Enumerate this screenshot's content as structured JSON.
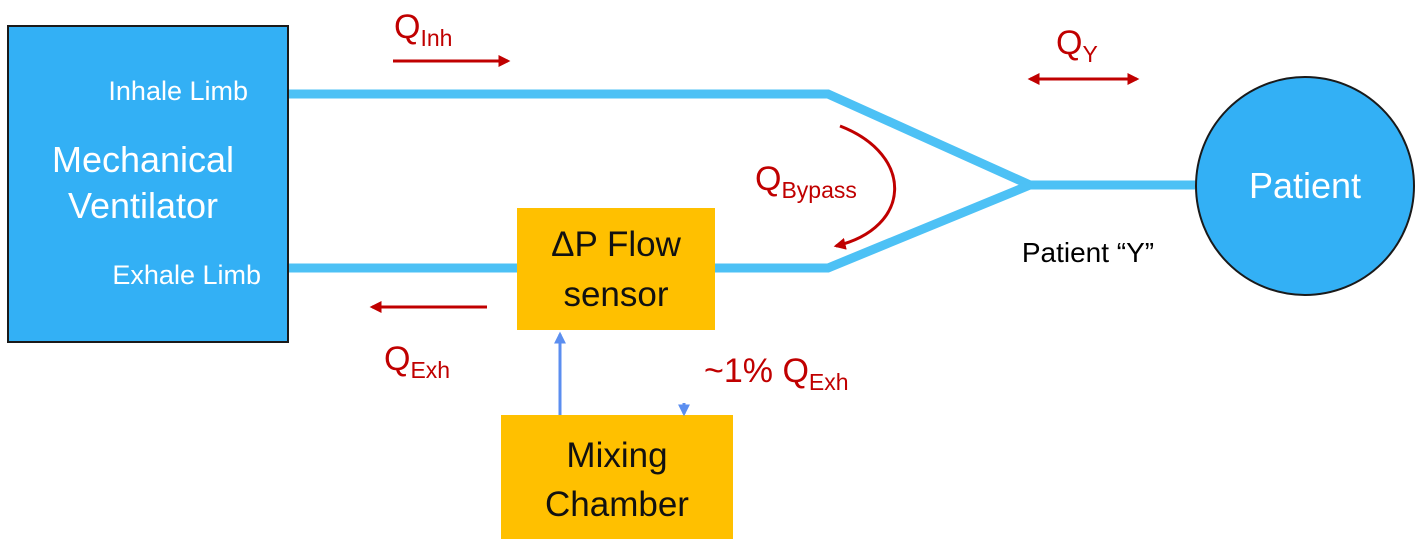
{
  "ventilator": {
    "title_line1": "Mechanical",
    "title_line2": "Ventilator",
    "inhale_label": "Inhale Limb",
    "exhale_label": "Exhale Limb"
  },
  "patient": {
    "label": "Patient",
    "y_label": "Patient “Y”"
  },
  "flow_sensor": {
    "line1": "ΔP Flow",
    "line2": "sensor"
  },
  "mixing_chamber": {
    "line1": "Mixing",
    "line2": "Chamber"
  },
  "flows": {
    "inhale": {
      "symbol": "Q",
      "subscript": "Inh"
    },
    "patient_y": {
      "symbol": "Q",
      "subscript": "Y"
    },
    "bypass": {
      "symbol": "Q",
      "subscript": "Bypass"
    },
    "exhale": {
      "symbol": "Q",
      "subscript": "Exh"
    },
    "sample": {
      "prefix": "~1% Q",
      "subscript": "Exh"
    }
  },
  "colors": {
    "ventilator_fill": "#33b0f5",
    "tube": "#4dc1f5",
    "patient_fill": "#33b0f5",
    "sensor_fill": "#ffc000",
    "flow_arrow": "#c00000",
    "sample_line": "#5b8ef0"
  }
}
